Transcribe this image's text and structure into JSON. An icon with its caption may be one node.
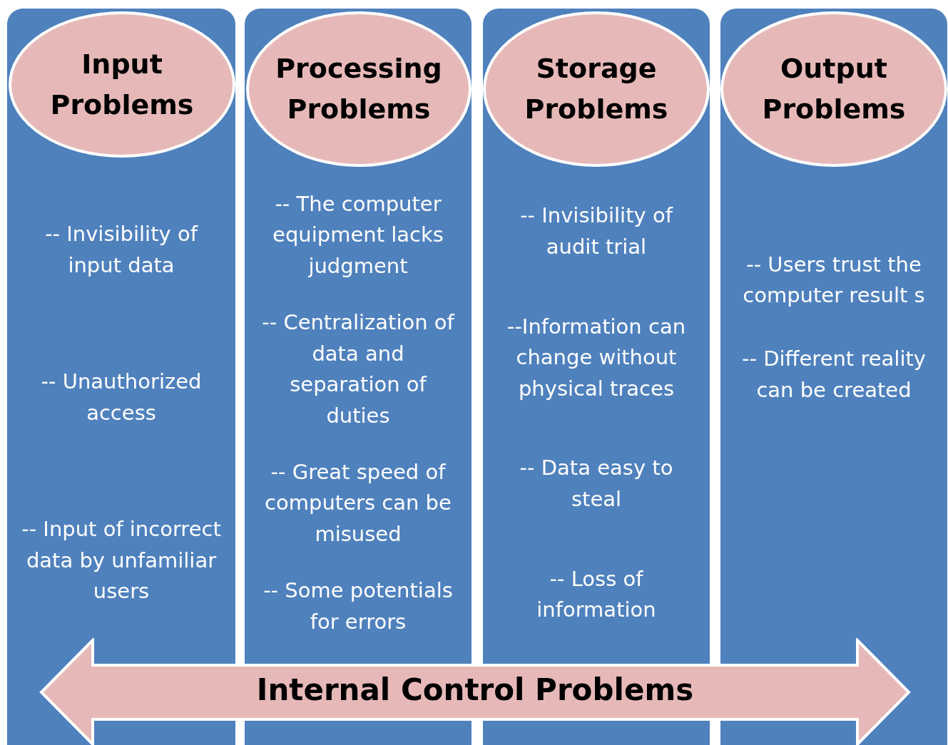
{
  "diagram": {
    "nodes": [
      {
        "text": [
          "-- Invisibility of input data",
          "-- Unauthorized access",
          "-- Input of incorrect data by unfamiliar users"
        ]
      },
      {
        "text": [
          "Input Problems"
        ],
        "in": 0
      },
      {
        "text": [
          "-- The computer equipment lacks judgment",
          "-- Centralization of data and separation of duties",
          "-- Great speed of computers can be misused",
          "-- Some potentials for errors"
        ]
      },
      {
        "text": [
          "Processing Problems"
        ],
        "in": 2
      },
      {
        "text": [
          "-- Invisibility of audit trial",
          "--Information can change without physical traces",
          "-- Data easy to steal",
          "-- Loss of information"
        ]
      },
      {
        "text": [
          "Storage Problems"
        ],
        "in": 4
      },
      {
        "text": [
          "-- Users trust the computer result s",
          "-- Different reality can be created"
        ]
      },
      {
        "text": [
          "Output Problems"
        ],
        "in": 6
      },
      {
        "text": [
          "Internal Control Problems"
        ]
      }
    ],
    "edges": []
  }
}
